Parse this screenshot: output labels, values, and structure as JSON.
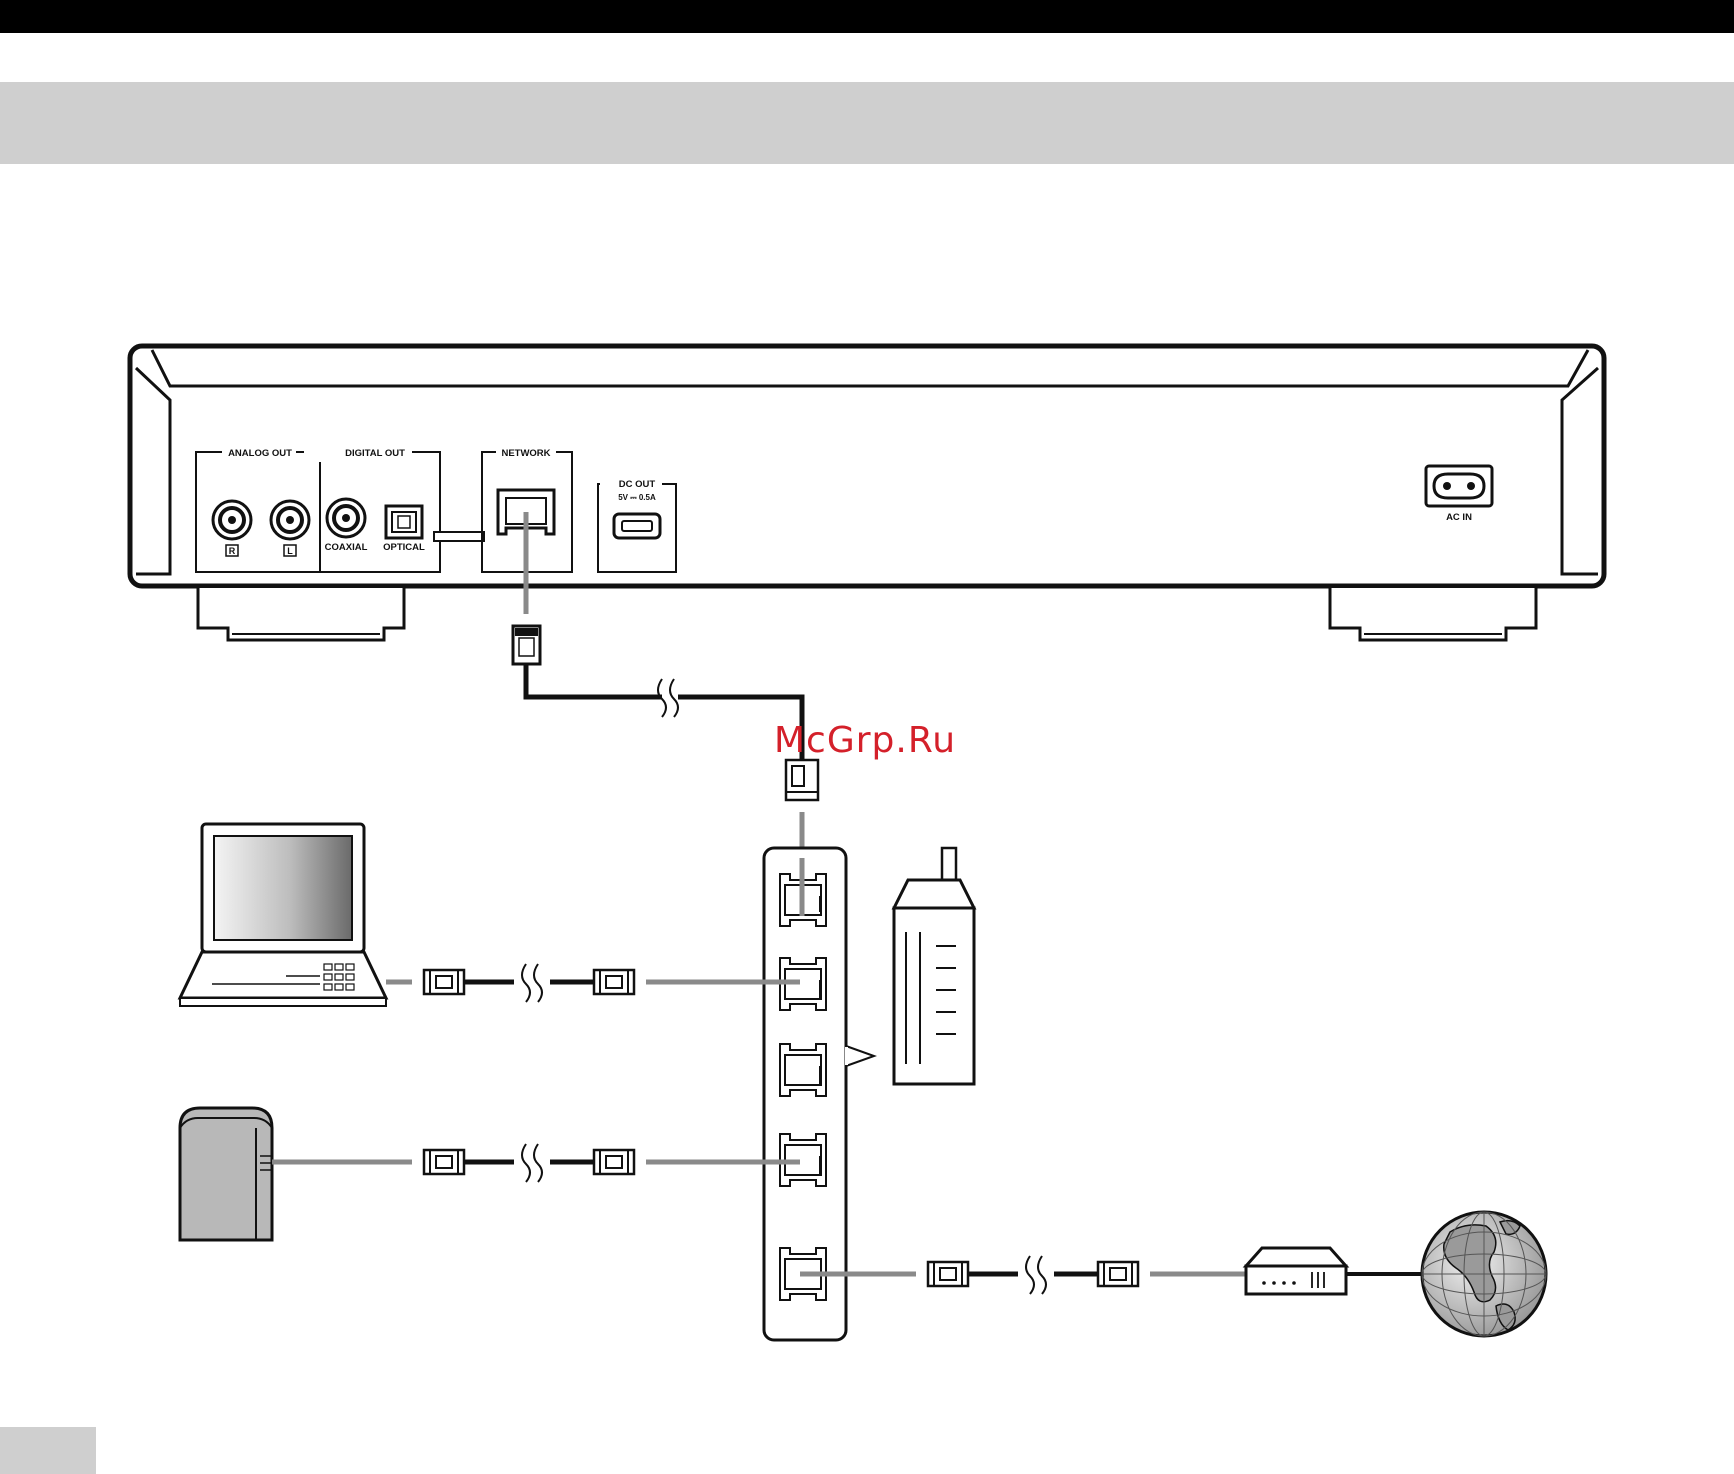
{
  "labels": {
    "analog_out": "ANALOG OUT",
    "digital_out": "DIGITAL OUT",
    "network": "NETWORK",
    "dc_out": "DC OUT",
    "dc_rating": "5V ⎓ 0.5A",
    "coaxial": "COAXIAL",
    "optical": "OPTICAL",
    "right_channel": "R",
    "left_channel": "L",
    "ac_in": "AC IN"
  },
  "watermark": "McGrp.Ru",
  "colors": {
    "ink": "#111111",
    "cable_gray": "#8a8a8a",
    "band_gray": "#cfcfcf",
    "watermark_red": "#d4202a"
  },
  "icons": [
    "laptop-icon",
    "nas-icon",
    "router-icon",
    "modem-icon",
    "globe-icon",
    "lan-plug-icon"
  ]
}
